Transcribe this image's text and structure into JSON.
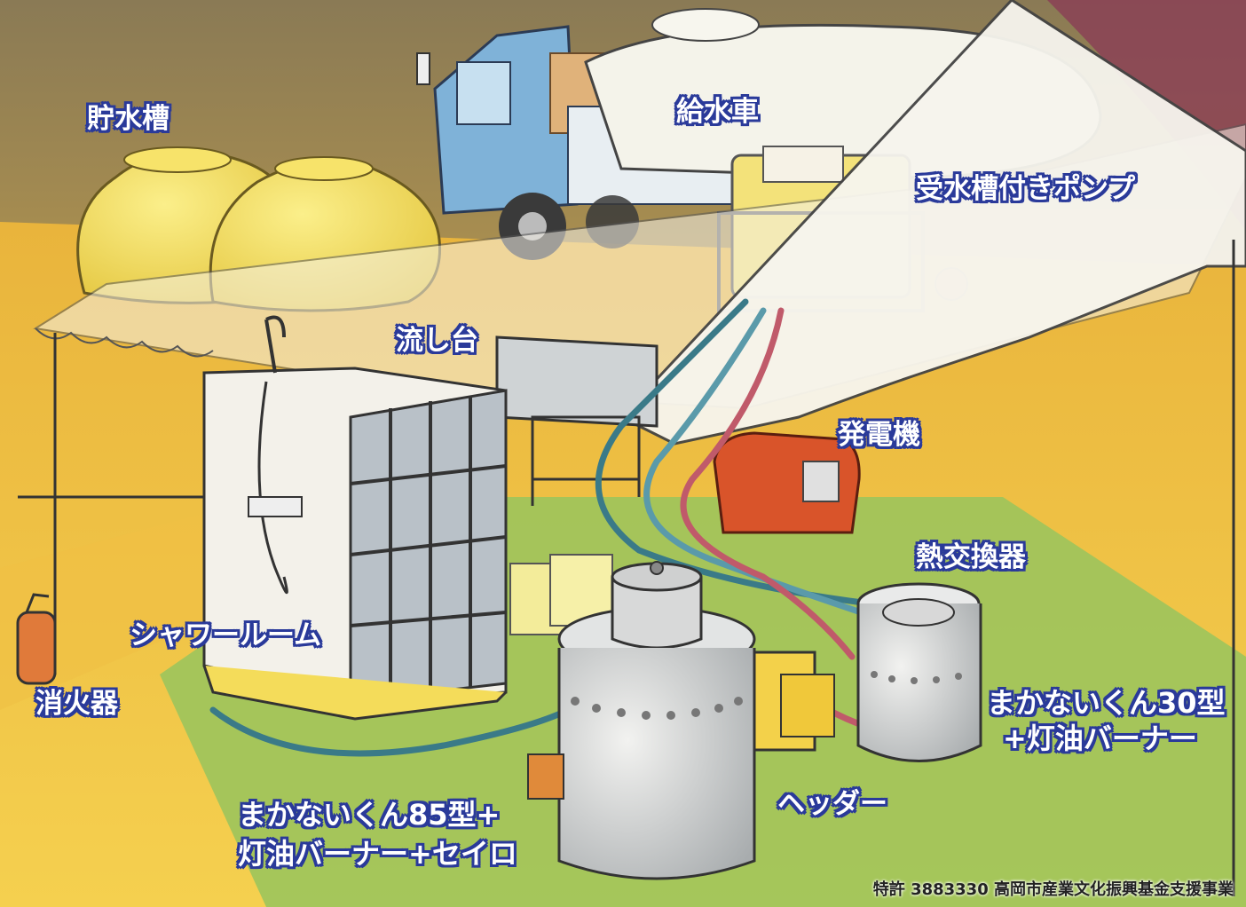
{
  "labels": {
    "water_storage_tank": "貯水槽",
    "water_truck": "給水車",
    "pump_with_tank": "受水槽付きポンプ",
    "sink": "流し台",
    "generator": "発電機",
    "heat_exchanger": "熱交換器",
    "shower_room": "シャワールーム",
    "fire_extinguisher": "消火器",
    "makanaikun30_line1": "まかないくん30型",
    "makanaikun30_line2": "+灯油バーナー",
    "header": "ヘッダー",
    "makanaikun85_line1": "まかないくん85型+",
    "makanaikun85_line2": "灯油バーナー+セイロ"
  },
  "footer_text": "特許 3883330 高岡市産業文化振興基金支援事業",
  "colors": {
    "label_outline": "#2a3a9a",
    "ground_yellow": "#f2c24a",
    "ground_green": "#8fc05a",
    "tent_white": "#f4f1e8",
    "tank_yellow": "#f3dc5a",
    "truck_blue": "#7fb2d8",
    "generator_red": "#d9542a",
    "steel_grey": "#c9ccce"
  }
}
